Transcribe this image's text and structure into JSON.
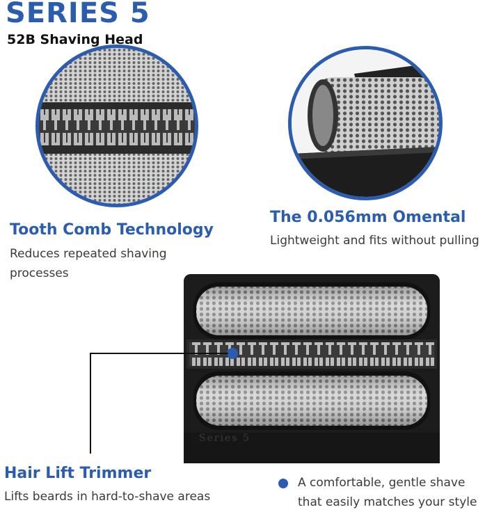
{
  "header": {
    "series": "SERIES 5",
    "model": "52B Shaving Head"
  },
  "features": {
    "tooth_comb": {
      "title": "Tooth Comb Technology",
      "desc_line1": "Reduces repeated shaving",
      "desc_line2": "processes"
    },
    "omental": {
      "title": "The 0.056mm Omental",
      "desc": "Lightweight and fits without pulling"
    },
    "hair_lift": {
      "title": "Hair Lift Trimmer",
      "desc": "Lifts beards in hard-to-shave areas"
    },
    "comfort": {
      "line1": "A comfortable, gentle shave",
      "line2": "that easily matches your style"
    }
  },
  "product": {
    "frame_text": "Series 5"
  },
  "colors": {
    "accent": "#2a5db0",
    "frame": "#1c1c1c",
    "foil": "#b8b8b8"
  },
  "icons": [
    "bullet-dot-icon"
  ]
}
